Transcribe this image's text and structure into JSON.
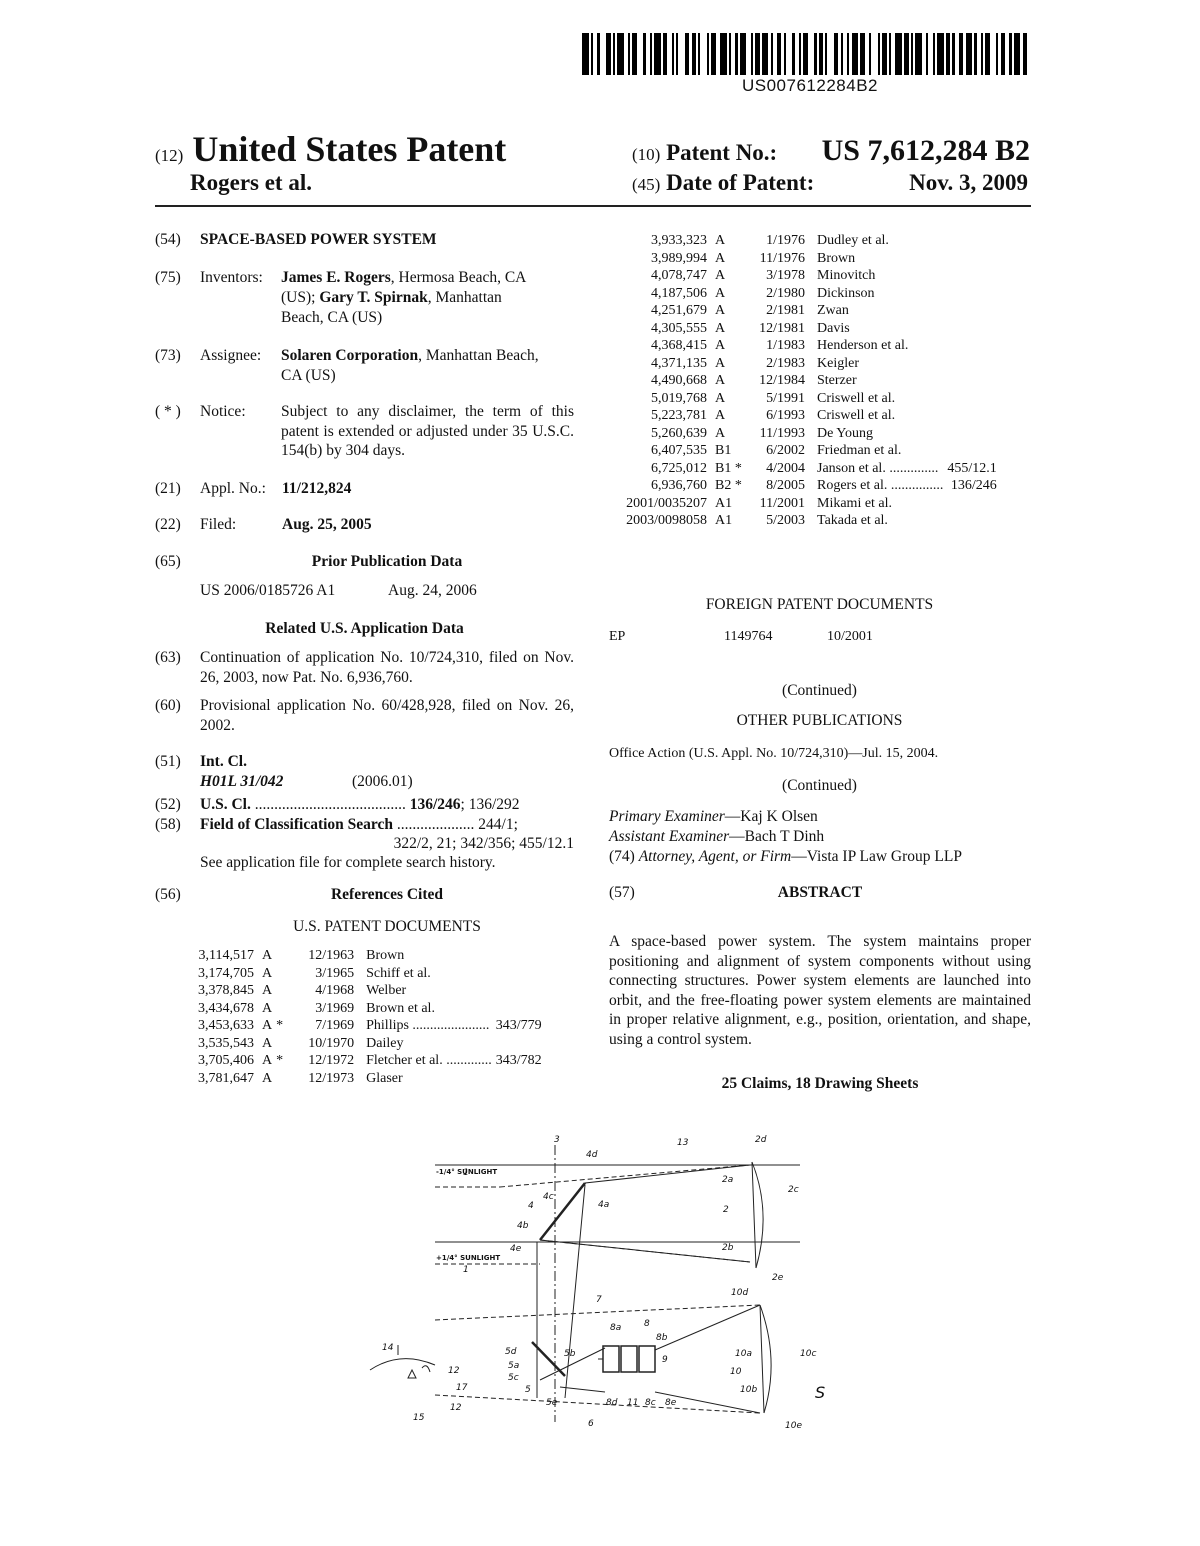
{
  "barcode_text": "US007612284B2",
  "header": {
    "num12": "(12)",
    "title": "United States Patent",
    "authors": "Rogers et al.",
    "num10": "(10)",
    "patent_no_label": "Patent No.:",
    "patent_no": "US 7,612,284 B2",
    "num45": "(45)",
    "date_label": "Date of Patent:",
    "date": "Nov. 3, 2009"
  },
  "left": {
    "f54": {
      "code": "(54)",
      "text": "SPACE-BASED POWER SYSTEM"
    },
    "f75": {
      "code": "(75)",
      "label": "Inventors:",
      "line1_name": "James E. Rogers",
      "line1_rest": ", Hermosa Beach, CA",
      "line2_pre": "(US); ",
      "line2_name": "Gary T. Spirnak",
      "line2_rest": ", Manhattan",
      "line3": "Beach, CA (US)"
    },
    "f73": {
      "code": "(73)",
      "label": "Assignee:",
      "name": "Solaren Corporation",
      "rest": ", Manhattan Beach,",
      "line2": "CA (US)"
    },
    "notice": {
      "code": "( * )",
      "label": "Notice:",
      "text": "Subject to any disclaimer, the term of this patent is extended or adjusted under 35 U.S.C. 154(b) by 304 days."
    },
    "f21": {
      "code": "(21)",
      "label": "Appl. No.:",
      "value": "11/212,824"
    },
    "f22": {
      "code": "(22)",
      "label": "Filed:",
      "value": "Aug. 25, 2005"
    },
    "f65": {
      "code": "(65)",
      "heading": "Prior Publication Data",
      "pub": "US 2006/0185726 A1",
      "date": "Aug. 24, 2006"
    },
    "related_heading": "Related U.S. Application Data",
    "f63": {
      "code": "(63)",
      "text": "Continuation of application No. 10/724,310, filed on Nov. 26, 2003, now Pat. No. 6,936,760."
    },
    "f60": {
      "code": "(60)",
      "text": "Provisional application No. 60/428,928, filed on Nov. 26, 2002."
    },
    "f51": {
      "code": "(51)",
      "label": "Int. Cl.",
      "cls": "H01L 31/042",
      "ver": "(2006.01)"
    },
    "f52": {
      "code": "(52)",
      "label": "U.S. Cl.",
      "dots": ".......................................",
      "main": "136/246",
      "rest": "; 136/292"
    },
    "f58": {
      "code": "(58)",
      "label": "Field of Classification Search",
      "dots": "....................",
      "v1": "244/1;",
      "v2": "322/2, 21;  342/356;  455/12.1",
      "v3": "See application file for complete search history."
    },
    "f56": {
      "code": "(56)",
      "heading": "References Cited"
    },
    "us_docs_heading": "U.S. PATENT DOCUMENTS",
    "refs": [
      {
        "no": "3,114,517",
        "k": "A",
        "s": "",
        "d": "12/1963",
        "n": "Brown",
        "c": ""
      },
      {
        "no": "3,174,705",
        "k": "A",
        "s": "",
        "d": "3/1965",
        "n": "Schiff et al.",
        "c": ""
      },
      {
        "no": "3,378,845",
        "k": "A",
        "s": "",
        "d": "4/1968",
        "n": "Welber",
        "c": ""
      },
      {
        "no": "3,434,678",
        "k": "A",
        "s": "",
        "d": "3/1969",
        "n": "Brown et al.",
        "c": ""
      },
      {
        "no": "3,453,633",
        "k": "A",
        "s": "*",
        "d": "7/1969",
        "n": "Phillips ......................",
        "c": "343/779"
      },
      {
        "no": "3,535,543",
        "k": "A",
        "s": "",
        "d": "10/1970",
        "n": "Dailey",
        "c": ""
      },
      {
        "no": "3,705,406",
        "k": "A",
        "s": "*",
        "d": "12/1972",
        "n": "Fletcher et al. .............",
        "c": "343/782"
      },
      {
        "no": "3,781,647",
        "k": "A",
        "s": "",
        "d": "12/1973",
        "n": "Glaser",
        "c": ""
      }
    ]
  },
  "right": {
    "refs": [
      {
        "no": "3,933,323",
        "k": "A",
        "d": "1/1976",
        "n": "Dudley et al.",
        "c": ""
      },
      {
        "no": "3,989,994",
        "k": "A",
        "d": "11/1976",
        "n": "Brown",
        "c": ""
      },
      {
        "no": "4,078,747",
        "k": "A",
        "d": "3/1978",
        "n": "Minovitch",
        "c": ""
      },
      {
        "no": "4,187,506",
        "k": "A",
        "d": "2/1980",
        "n": "Dickinson",
        "c": ""
      },
      {
        "no": "4,251,679",
        "k": "A",
        "d": "2/1981",
        "n": "Zwan",
        "c": ""
      },
      {
        "no": "4,305,555",
        "k": "A",
        "d": "12/1981",
        "n": "Davis",
        "c": ""
      },
      {
        "no": "4,368,415",
        "k": "A",
        "d": "1/1983",
        "n": "Henderson et al.",
        "c": ""
      },
      {
        "no": "4,371,135",
        "k": "A",
        "d": "2/1983",
        "n": "Keigler",
        "c": ""
      },
      {
        "no": "4,490,668",
        "k": "A",
        "d": "12/1984",
        "n": "Sterzer",
        "c": ""
      },
      {
        "no": "5,019,768",
        "k": "A",
        "d": "5/1991",
        "n": "Criswell et al.",
        "c": ""
      },
      {
        "no": "5,223,781",
        "k": "A",
        "d": "6/1993",
        "n": "Criswell et al.",
        "c": ""
      },
      {
        "no": "5,260,639",
        "k": "A",
        "d": "11/1993",
        "n": "De Young",
        "c": ""
      },
      {
        "no": "6,407,535",
        "k": "B1",
        "d": "6/2002",
        "n": "Friedman et al.",
        "c": ""
      },
      {
        "no": "6,725,012",
        "k": "B1 *",
        "d": "4/2004",
        "n": "Janson et al. ..............",
        "c": "455/12.1"
      },
      {
        "no": "6,936,760",
        "k": "B2 *",
        "d": "8/2005",
        "n": "Rogers et al. ...............",
        "c": "136/246"
      },
      {
        "no": "2001/0035207",
        "k": "A1",
        "d": "11/2001",
        "n": "Mikami et al.",
        "c": ""
      },
      {
        "no": "2003/0098058",
        "k": "A1",
        "d": "5/2003",
        "n": "Takada et al.",
        "c": ""
      }
    ],
    "foreign_heading": "FOREIGN PATENT DOCUMENTS",
    "foreign": {
      "country": "EP",
      "no": "1149764",
      "date": "10/2001"
    },
    "continued1": "(Continued)",
    "other_heading": "OTHER PUBLICATIONS",
    "other": "Office Action (U.S. Appl. No. 10/724,310)—Jul. 15, 2004.",
    "continued2": "(Continued)",
    "primary_label": "Primary Examiner",
    "primary": "—Kaj K Olsen",
    "assistant_label": "Assistant Examiner",
    "assistant": "—Bach T Dinh",
    "attorney_code": "(74) ",
    "attorney_label": "Attorney, Agent, or Firm",
    "attorney": "—Vista IP Law Group LLP",
    "abstract_code": "(57)",
    "abstract_heading": "ABSTRACT",
    "abstract": "A space-based power system. The system maintains proper positioning and alignment of system components without using connecting structures. Power system elements are launched into orbit, and the free-floating power system elements are maintained in proper relative alignment, e.g., position, orientation, and shape, using a control system.",
    "claims": "25 Claims, 18 Drawing Sheets"
  },
  "figure": {
    "minus_sun": "-1/4° SUNLIGHT",
    "plus_sun": "+1/4° SUNLIGHT",
    "labels": [
      "1",
      "3",
      "4d",
      "13",
      "2d",
      "2a",
      "2c",
      "4c",
      "4a",
      "4",
      "2",
      "4b",
      "4e",
      "2b",
      "1",
      "2e",
      "7",
      "10d",
      "14",
      "12",
      "5d",
      "5b",
      "8a",
      "8",
      "8b",
      "10a",
      "10c",
      "5a",
      "5c",
      "9",
      "17",
      "10",
      "5",
      "12",
      "5e",
      "8d",
      "11",
      "8c",
      "8e",
      "10b",
      "S",
      "15",
      "6",
      "10e"
    ]
  }
}
